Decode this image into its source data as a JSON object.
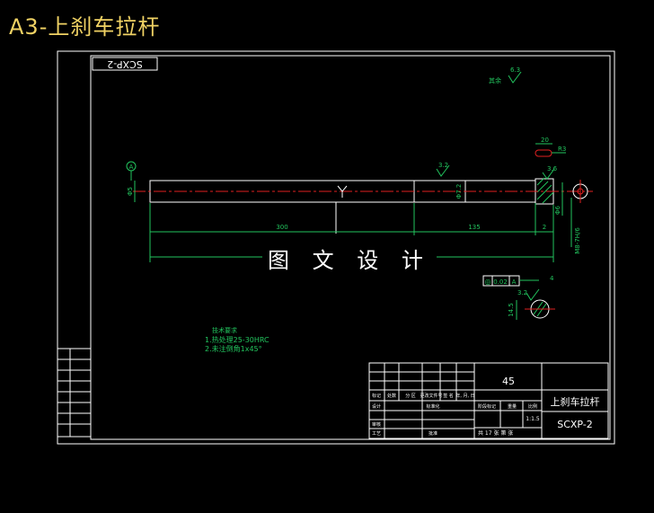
{
  "title": "A3-上刹车拉杆",
  "drawing_number_rotated": "SCXP-2",
  "watermark": "图 文 设 计",
  "surface_note": {
    "label": "其余",
    "roughness": "6.3"
  },
  "dimensions": {
    "length_300": "300",
    "length_135": "135",
    "dim_2": "2",
    "dia_left": "Φ5",
    "dia_mid": "Φ7.2",
    "top_20": "20",
    "top_r3": "R3",
    "hole_dia": "Φ6",
    "thread": "M8-7H/6",
    "dim_14_5": "14.5",
    "dim_4": "4",
    "rough_32": "3.2",
    "rough_36": "3.6",
    "datum": "A"
  },
  "tolerance_frame": {
    "symbol": "◎",
    "value": "0.02",
    "datum": "A"
  },
  "tech_requirements": {
    "heading": "技术要求",
    "line1": "1.热处理25-30HRC",
    "line2": "2.未注倒角1x45°"
  },
  "title_block": {
    "material": "45",
    "part_name": "上刹车拉杆",
    "drawing_no": "SCXP-2",
    "scale": "1:1.5",
    "sheet": "共 17 张  第  张",
    "header_labels": [
      "标记",
      "处数",
      "分 区",
      "更改文件号",
      "签 名",
      "年, 月, 日"
    ],
    "row_design": "设计",
    "row_std": "标准化",
    "row_check": "审核",
    "row_process": "工艺",
    "row_approve": "批准",
    "cols_right": [
      "阶段标记",
      "重量",
      "比例"
    ]
  },
  "colors": {
    "border": "#ffffff",
    "dim": "#22c55e",
    "center": "#e02020",
    "title": "#f0d264"
  }
}
